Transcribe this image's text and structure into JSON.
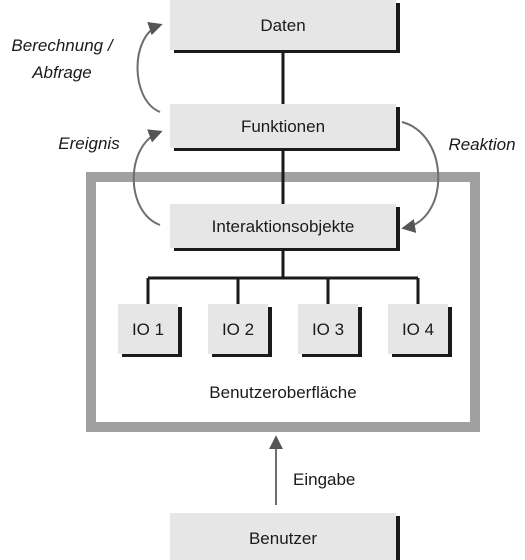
{
  "boxes": {
    "daten": "Daten",
    "funktionen": "Funktionen",
    "interaktionsobjekte": "Interaktionsobjekte",
    "io": [
      "IO 1",
      "IO 2",
      "IO 3",
      "IO 4"
    ],
    "benutzer": "Benutzer"
  },
  "frame_label": "Benutzeroberfläche",
  "arrows": {
    "berechnung_line1": "Berechnung /",
    "berechnung_line2": "Abfrage",
    "ereignis": "Ereignis",
    "reaktion": "Reaktion",
    "eingabe": "Eingabe"
  },
  "colors": {
    "box_fill": "#e6e6e6",
    "box_shadow": "#1a1a1a",
    "frame": "#a0a0a0",
    "line": "#1a1a1a",
    "arrow": "#6e6e6e"
  }
}
